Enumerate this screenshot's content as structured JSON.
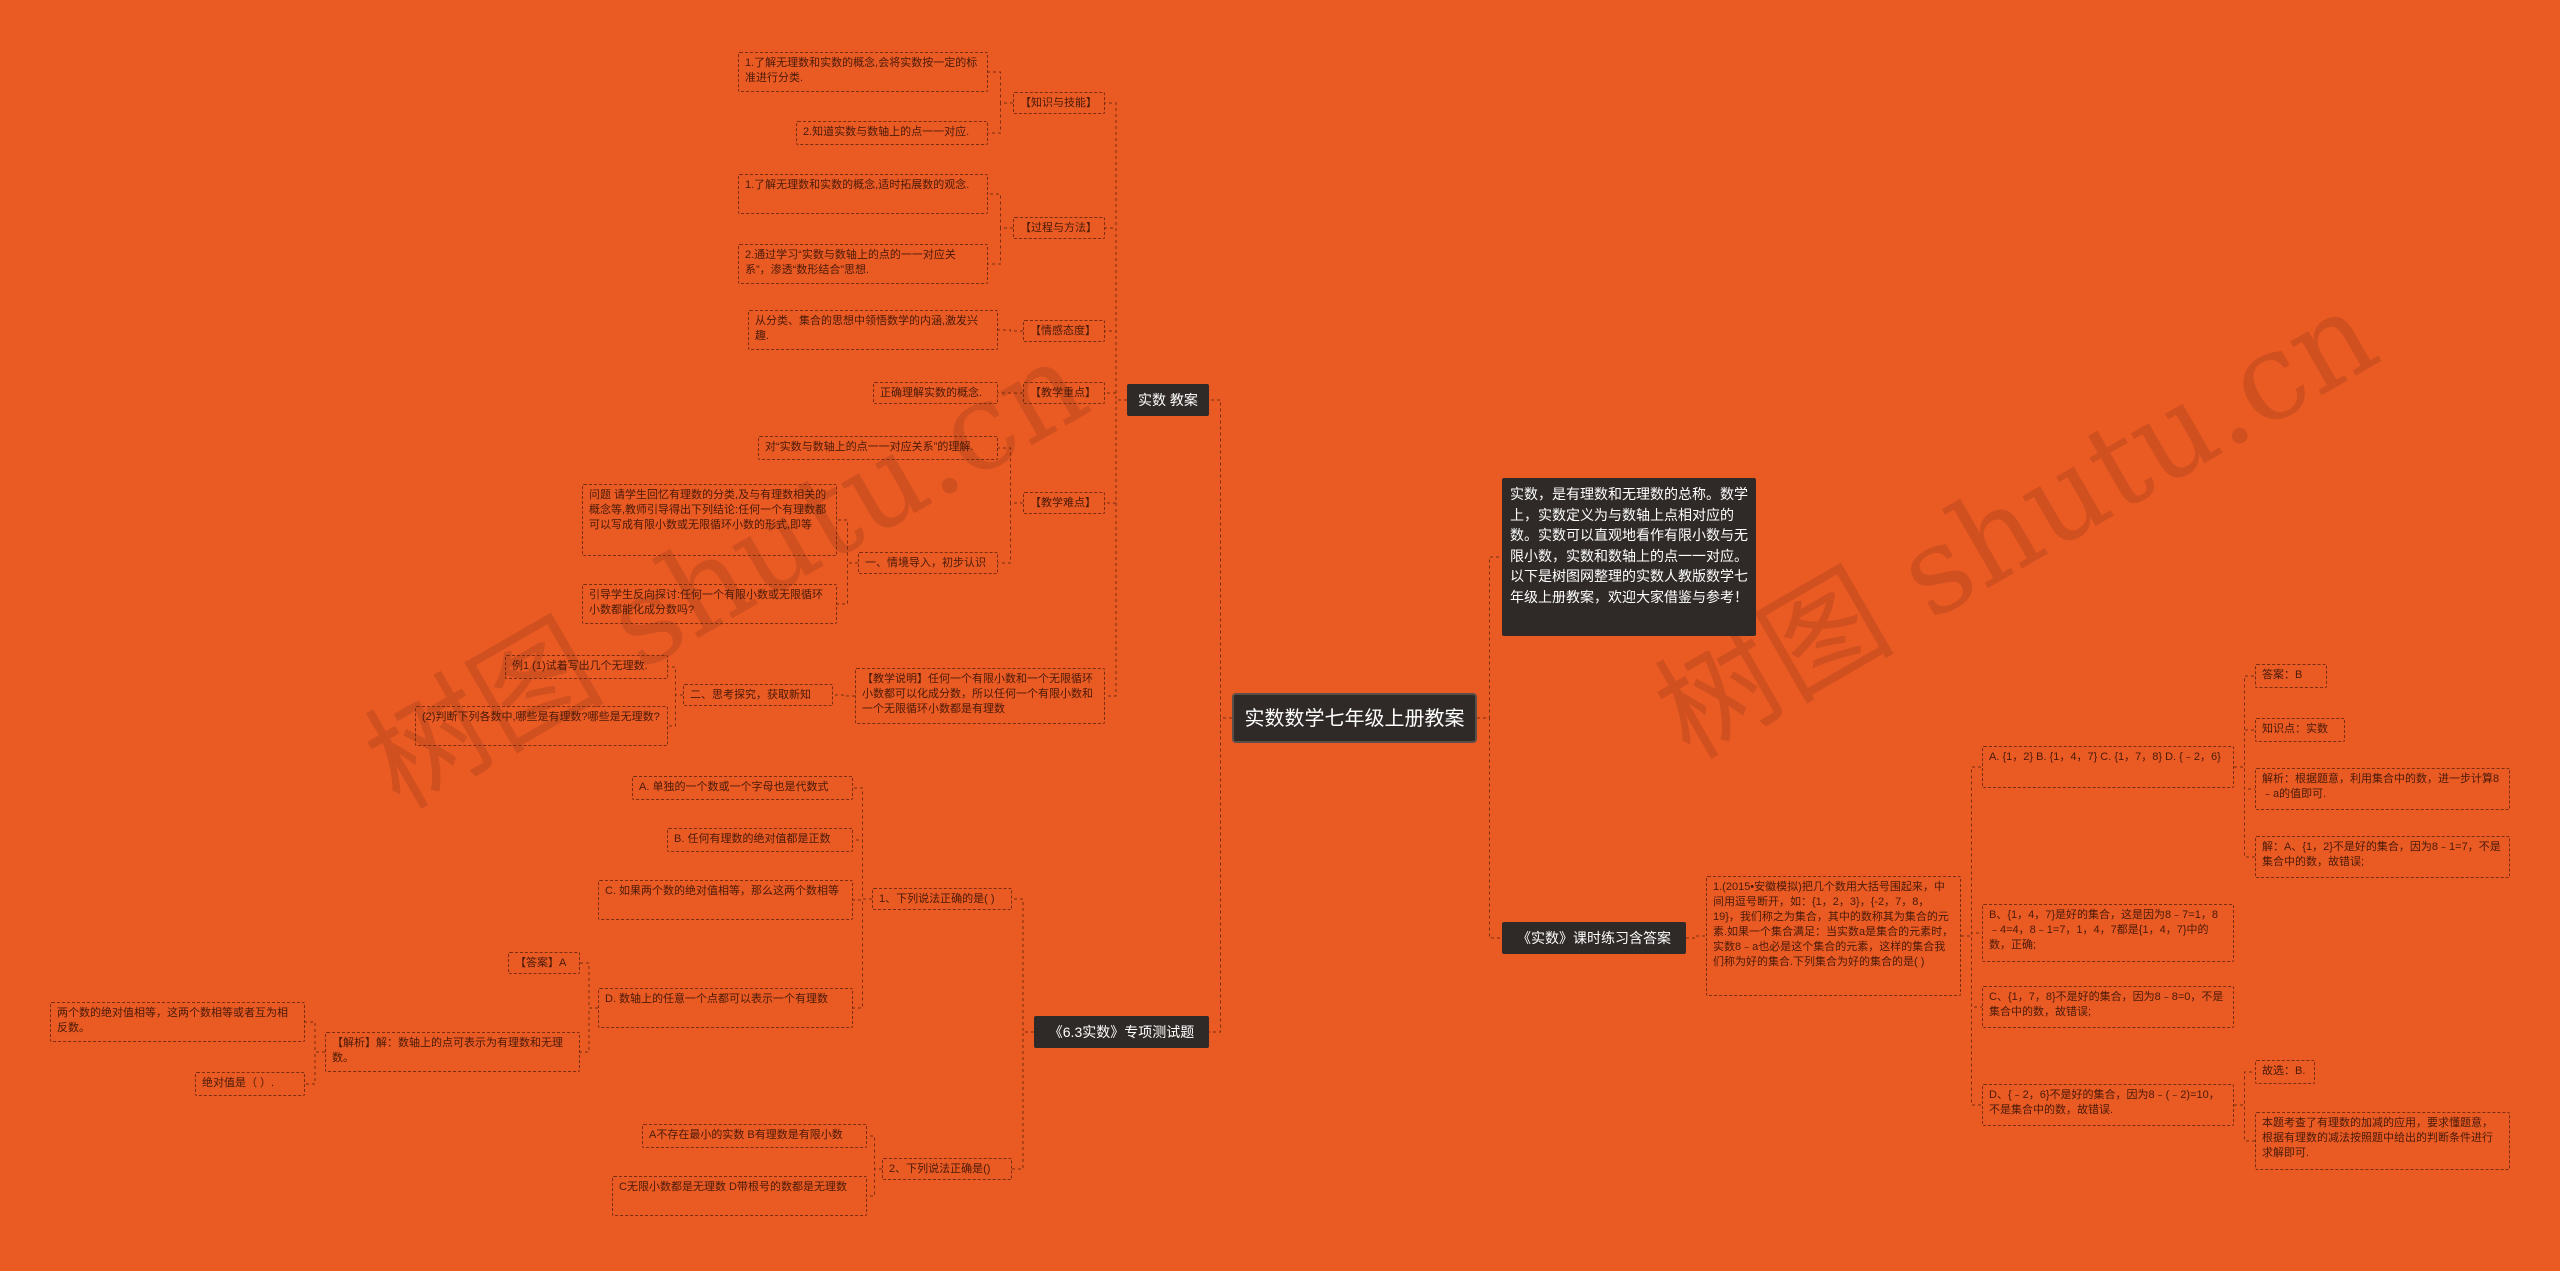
{
  "watermark": [
    "树图 shutu.cn",
    "树图 shutu.cn"
  ],
  "colors": {
    "background": "#ea5b24",
    "dark_node": "#2f2a27",
    "line": "#7a2d10"
  },
  "root": "实数数学七年级上册教案",
  "intro": "实数，是有理数和无理数的总称。数学上，实数定义为与数轴上点相对应的数。实数可以直观地看作有限小数与无限小数，实数和数轴上的点一一对应。以下是树图网整理的实数人教版数学七年级上册教案，欢迎大家借鉴与参考！",
  "b1": {
    "label": "实数 教案",
    "zs": "【知识与技能】",
    "zs1": "1.了解无理数和实数的概念,会将实数按一定的标准进行分类.",
    "zs2": "2.知道实数与数轴上的点一一对应.",
    "gc": "【过程与方法】",
    "gc1": "1.了解无理数和实数的概念,适时拓展数的观念.",
    "gc2": "2.通过学习“实数与数轴上的点的一一对应关系”，渗透“数形结合”思想.",
    "qg": "【情感态度】",
    "qg1": "从分类、集合的思想中领悟数学的内涵,激发兴趣.",
    "zd": "【教学重点】",
    "zd1": "正确理解实数的概念.",
    "nd": "【教学难点】",
    "nd1": "对“实数与数轴上的点一一对应关系”的理解.",
    "nd2": "一、情境导入，初步认识",
    "nd2a": "问题 请学生回忆有理数的分类,及与有理数相关的概念等,教师引导得出下列结论:任何一个有理数都可以写成有限小数或无限循环小数的形式,即等",
    "nd2b": "引导学生反向探讨:任何一个有限小数或无限循环小数都能化成分数吗?",
    "tj": "二、思考探究，获取新知",
    "tj_ex": "【教学说明】任何一个有限小数和一个无限循环小数都可以化成分数，所以任何一个有限小数和一个无限循环小数都是有理数",
    "tj1": "例1 (1)试着写出几个无理数.",
    "tj2": "(2)判断下列各数中,哪些是有理数?哪些是无理数?"
  },
  "b2": {
    "label": "《6.3实数》专项测试题",
    "q1": "1、下列说法正确的是(  )",
    "q1a": "A. 单独的一个数或一个字母也是代数式",
    "q1b": "B. 任何有理数的绝对值都是正数",
    "q1c": "C. 如果两个数的绝对值相等，那么这两个数相等",
    "q1d": "D. 数轴上的任意一个点都可以表示一个有理数",
    "ans": "【答案】A",
    "ana": "【解析】解：数轴上的点可表示为有理数和无理数。",
    "ana1": "两个数的绝对值相等，这两个数相等或者互为相反数。",
    "ana2": "绝对值是（  ）.",
    "q2": "2、下列说法正确是()",
    "q2a": "A不存在最小的实数 B有理数是有限小数",
    "q2b": "C无限小数都是无理数 D带根号的数都是无理数"
  },
  "b3": {
    "label": "《实数》课时练习含答案",
    "q": "1.(2015•安徽模拟)把几个数用大括号围起来，中间用逗号断开，如：{1，2，3}，{-2，7，8，19}，我们称之为集合，其中的数称其为集合的元素.如果一个集合满足：当实数a是集合的元素时，实数8﹣a也必是这个集合的元素，这样的集合我们称为好的集合.下列集合为好的集合的是(  )",
    "opts": "A. {1，2} B. {1，4，7} C. {1，7，8} D. {﹣2，6}",
    "a1": "答案：B",
    "a2": "知识点：实数",
    "a3": "解析：根据题意，利用集合中的数，进一步计算8﹣a的值即可.",
    "a4": "解：A、{1，2}不是好的集合，因为8﹣1=7，不是集合中的数，故错误;",
    "b": "B、{1，4，7}是好的集合，这是因为8﹣7=1，8﹣4=4，8﹣1=7，1，4，7都是{1，4，7}中的数，正确;",
    "c": "C、{1，7，8}不是好的集合，因为8﹣8=0，不是集合中的数，故错误;",
    "d": "D、{﹣2，6}不是好的集合，因为8﹣(﹣2)=10，不是集合中的数，故错误.",
    "d1": "故选：B.",
    "d2": "本题考查了有理数的加减的应用，要求懂题意，根据有理数的减法按照题中给出的判断条件进行求解即可."
  }
}
